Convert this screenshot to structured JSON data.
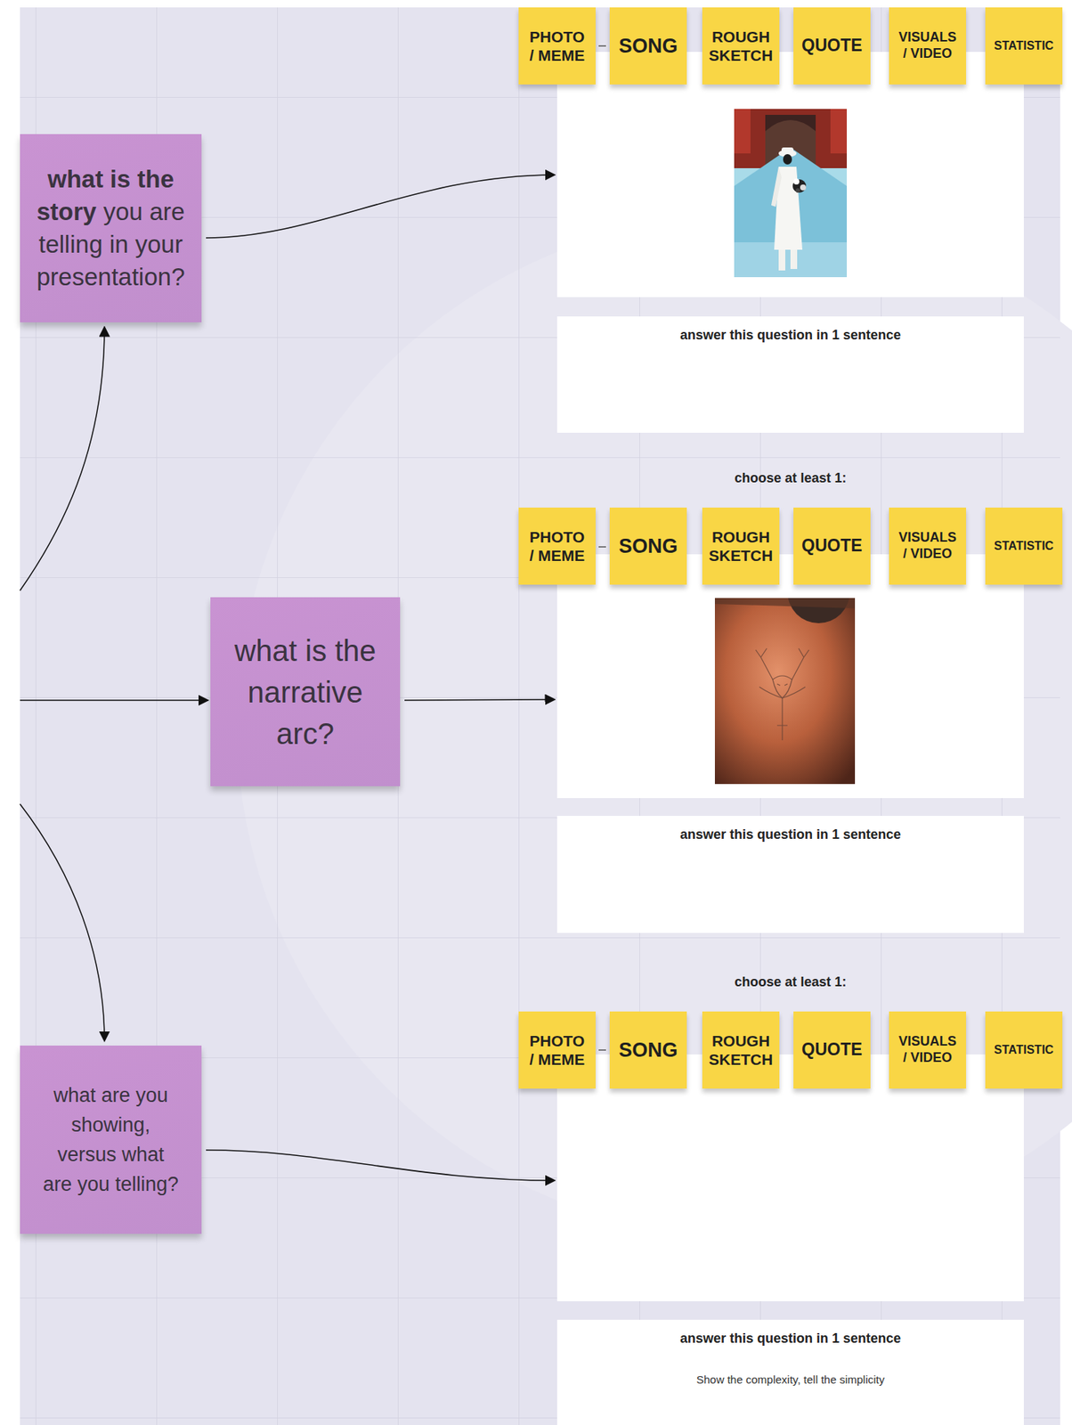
{
  "diagram": {
    "nodes": [
      {
        "text": [
          "PHOTO / MEME"
        ]
      },
      {
        "text": [
          "SONG"
        ]
      },
      {
        "text": [
          "ROUGH SKETCH"
        ]
      },
      {
        "text": [
          "QUOTE"
        ]
      },
      {
        "text": [
          "VISUALS / VIDEO"
        ]
      },
      {
        "text": [
          "STATISTIC"
        ]
      },
      {
        "text": [
          "what is the story you are telling in your presentation?"
        ]
      },
      {
        "text": [
          "answer this question in 1 sentence"
        ]
      },
      {
        "text": [
          "PHOTO / MEME"
        ]
      },
      {
        "text": [
          "SONG"
        ]
      },
      {
        "text": [
          "ROUGH SKETCH"
        ]
      },
      {
        "text": [
          "QUOTE"
        ]
      },
      {
        "text": [
          "VISUALS / VIDEO"
        ]
      },
      {
        "text": [
          "STATISTIC"
        ]
      },
      {
        "text": [
          "what is the narrative arc?"
        ]
      },
      {
        "text": [
          "answer this question in 1 sentence"
        ]
      },
      {
        "text": [
          "PHOTO / MEME"
        ]
      },
      {
        "text": [
          "SONG"
        ]
      },
      {
        "text": [
          "ROUGH SKETCH"
        ]
      },
      {
        "text": [
          "QUOTE"
        ]
      },
      {
        "text": [
          "VISUALS / VIDEO"
        ]
      },
      {
        "text": [
          "STATISTIC"
        ]
      },
      {
        "text": [
          "what are you showing, versus what are you telling?"
        ]
      },
      {
        "text": [
          "answer this question in 1 sentence",
          "Show the complexity, tell the simplicity"
        ]
      }
    ],
    "labels": [
      "choose at least 1:",
      "choose at least 1:"
    ]
  }
}
